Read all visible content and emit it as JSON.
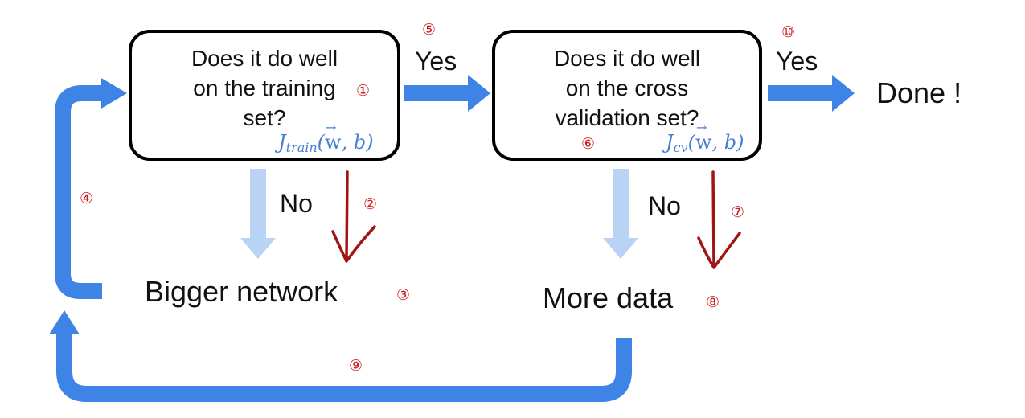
{
  "box1": {
    "lines": [
      "Does it do well",
      "on the training",
      "set?"
    ],
    "cost": {
      "symbol": "J",
      "sub": "train",
      "args_open": "(",
      "vec": "w",
      "rest": ", b)"
    }
  },
  "box2": {
    "lines": [
      "Does it do well",
      "on the cross",
      "validation set?"
    ],
    "cost": {
      "symbol": "J",
      "sub": "cv",
      "args_open": "(",
      "vec": "w",
      "rest": ", b)"
    }
  },
  "labels": {
    "yes1": "Yes",
    "yes2": "Yes",
    "no1": "No",
    "no2": "No",
    "bigger": "Bigger network",
    "more": "More data",
    "done": "Done !"
  },
  "steps": [
    "①",
    "②",
    "③",
    "④",
    "⑤",
    "⑥",
    "⑦",
    "⑧",
    "⑨",
    "⑩"
  ],
  "colors": {
    "blue_arrow": "#3d84e6",
    "light_arrow": "#b9d3f5",
    "red_arrow": "#a21414",
    "step_red": "#cc1a1a",
    "formula_blue": "#4a7fd0"
  }
}
